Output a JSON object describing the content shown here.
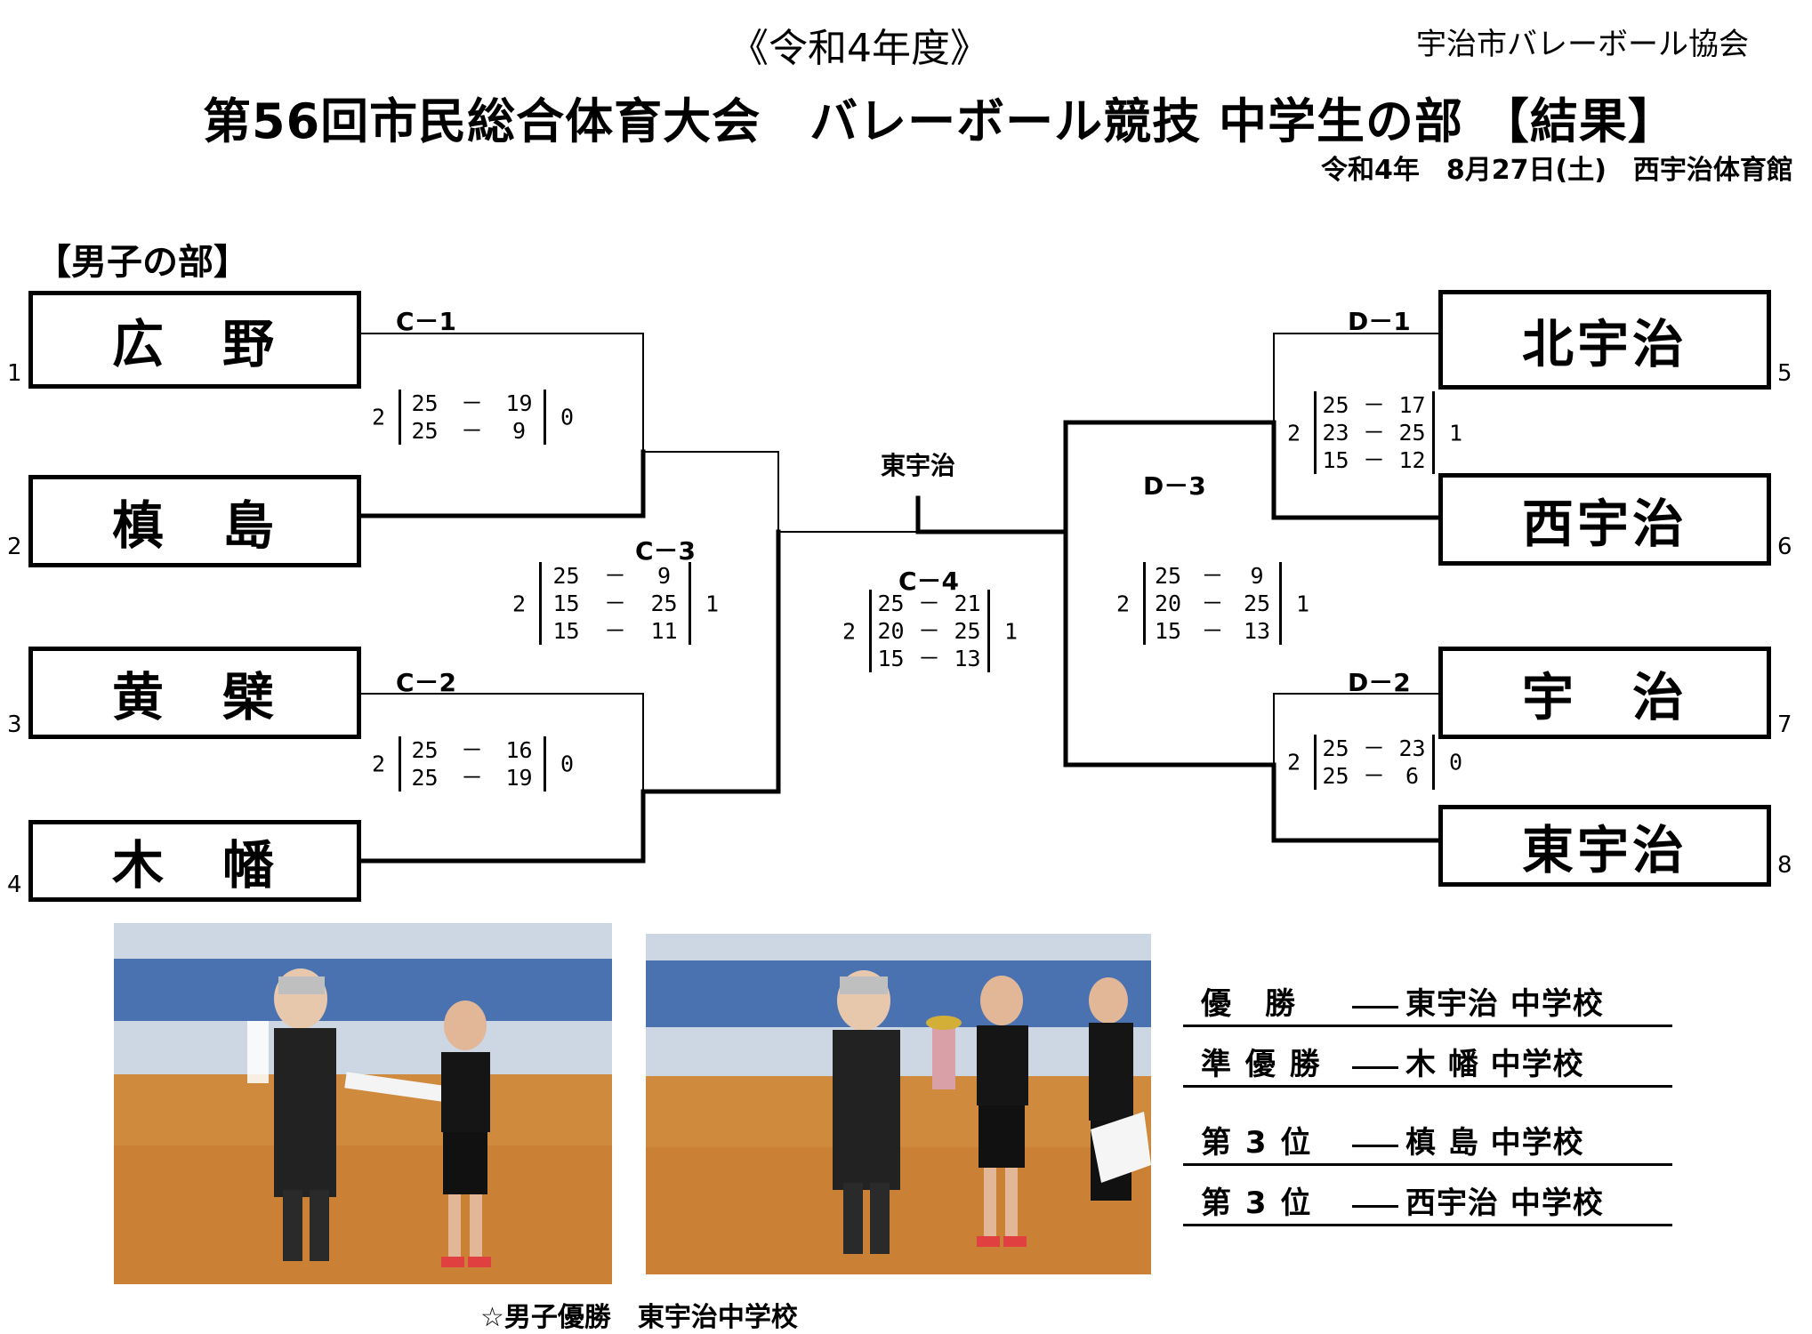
{
  "header": {
    "era_title": "《令和4年度》",
    "organization": "宇治市バレーボール協会",
    "main_title": "第56回市民総合体育大会　バレーボール競技 中学生の部 【結果】",
    "date_venue": "令和4年　8月27日(土)　西宇治体育館"
  },
  "section_title": "【男子の部】",
  "teams": [
    {
      "seed": "1",
      "name": "広　野"
    },
    {
      "seed": "2",
      "name": "槙　島"
    },
    {
      "seed": "3",
      "name": "黄　檗"
    },
    {
      "seed": "4",
      "name": "木　幡"
    },
    {
      "seed": "5",
      "name": "北宇治"
    },
    {
      "seed": "6",
      "name": "西宇治"
    },
    {
      "seed": "7",
      "name": "宇　治"
    },
    {
      "seed": "8",
      "name": "東宇治"
    }
  ],
  "matches": {
    "c1": {
      "label": "C－1",
      "left_wins": "2",
      "right_wins": "0",
      "sets": [
        [
          "25",
          "19"
        ],
        [
          "25",
          "9"
        ]
      ]
    },
    "c2": {
      "label": "C－2",
      "left_wins": "2",
      "right_wins": "0",
      "sets": [
        [
          "25",
          "16"
        ],
        [
          "25",
          "19"
        ]
      ]
    },
    "c3": {
      "label": "C－3",
      "left_wins": "2",
      "right_wins": "1",
      "sets": [
        [
          "25",
          "9"
        ],
        [
          "15",
          "25"
        ],
        [
          "15",
          "11"
        ]
      ]
    },
    "c4": {
      "label": "C－4",
      "left_wins": "2",
      "right_wins": "1",
      "sets": [
        [
          "25",
          "21"
        ],
        [
          "20",
          "25"
        ],
        [
          "15",
          "13"
        ]
      ]
    },
    "d1": {
      "label": "D－1",
      "left_wins": "2",
      "right_wins": "1",
      "sets": [
        [
          "25",
          "17"
        ],
        [
          "23",
          "25"
        ],
        [
          "15",
          "12"
        ]
      ]
    },
    "d2": {
      "label": "D－2",
      "left_wins": "2",
      "right_wins": "0",
      "sets": [
        [
          "25",
          "23"
        ],
        [
          "25",
          "6"
        ]
      ]
    },
    "d3": {
      "label": "D－3",
      "left_wins": "2",
      "right_wins": "1",
      "sets": [
        [
          "25",
          "9"
        ],
        [
          "20",
          "25"
        ],
        [
          "15",
          "13"
        ]
      ]
    }
  },
  "set_dash": "－",
  "champion": "東宇治",
  "results": [
    {
      "rank": "優　勝",
      "school": "東宇治 中学校"
    },
    {
      "rank": "準 優 勝",
      "school": "木 幡 中学校"
    },
    {
      "rank": "第 3 位",
      "school": "槙 島 中学校"
    },
    {
      "rank": "第 3 位",
      "school": "西宇治 中学校"
    }
  ],
  "photo_caption": "☆男子優勝　東宇治中学校"
}
